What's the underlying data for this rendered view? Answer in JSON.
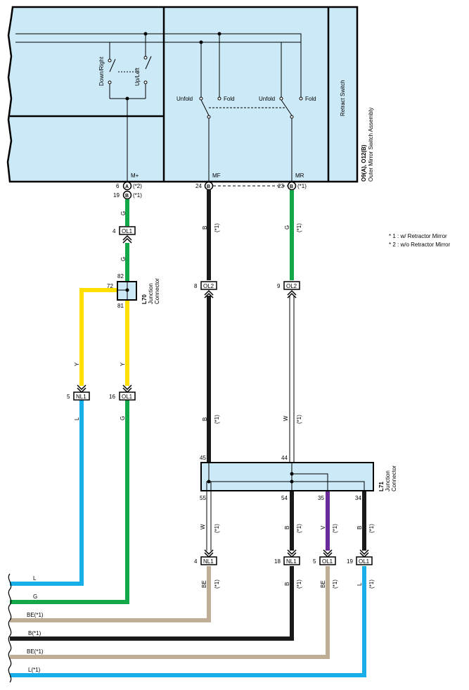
{
  "assembly": {
    "connector_id": "O9(A), O12(B)",
    "name": "Outer Mirror Switch Assembly",
    "retract_switch": "Retract Switch",
    "switch_down_right": "Down/Right",
    "switch_up_left": "Up/Left",
    "unfold_1": "Unfold",
    "fold_1": "Fold",
    "unfold_2": "Unfold",
    "fold_2": "Fold",
    "term_m_plus": "M+",
    "term_mf": "MF",
    "term_mr": "MR"
  },
  "pins": {
    "p6": "6",
    "p19": "19",
    "p24": "24",
    "p23": "23",
    "a": "A",
    "b1": "B",
    "b2": "B",
    "b3": "B",
    "note_star2": "(*2)",
    "note_star1a": "(*1)",
    "note_star1b": "(*1)"
  },
  "legend": {
    "note1": "* 1 : w/ Retractor Mirror",
    "note2": "* 2 : w/o Retractor Mirror"
  },
  "l70": {
    "id": "L70",
    "name1": "Junction",
    "name2": "Connector",
    "pin_top": "82",
    "pin_left": "72",
    "pin_bottom": "81"
  },
  "l71": {
    "id": "L71",
    "name1": "Junction",
    "name2": "Connector",
    "pin45": "45",
    "pin44": "44",
    "pin55": "55",
    "pin54": "54",
    "pin35": "35",
    "pin34": "34"
  },
  "connectors": {
    "ol1_top_pin": "4",
    "ol1_top": "OL1",
    "ol2_a_pin": "8",
    "ol2_a": "OL2",
    "ol2_b_pin": "9",
    "ol2_b": "OL2",
    "nl1_a_pin": "5",
    "nl1_a": "NL1",
    "ol1_b_pin": "16",
    "ol1_b": "OL1",
    "nl1_b_pin": "4",
    "nl1_b": "NL1",
    "nl1_c_pin": "18",
    "nl1_c": "NL1",
    "ol1_c_pin": "5",
    "ol1_c": "OL1",
    "ol1_d_pin": "19",
    "ol1_d": "OL1"
  },
  "wire_labels": {
    "g1": "G",
    "g2": "G",
    "b_mf": "B",
    "b_mf_note": "(*1)",
    "g_mr": "G",
    "g_mr_note": "(*1)",
    "y_left": "Y",
    "y_right": "Y",
    "l_left": "L",
    "g_left": "G",
    "b_mf2": "B",
    "b_mf2_note": "(*1)",
    "w_mr": "W",
    "w_mr_note": "(*1)",
    "w_55": "W",
    "w_55_note": "(*1)",
    "b_54": "B",
    "b_54_note": "(*1)",
    "v_35": "V",
    "v_35_note": "(*1)",
    "b_34": "B",
    "b_34_note": "(*1)",
    "be_nl1": "BE",
    "be_nl1_note": "(*1)",
    "b_nl1": "B",
    "b_nl1_note": "(*1)",
    "be_ol1": "BE",
    "be_ol1_note": "(*1)",
    "l_ol1": "L",
    "l_ol1_note": "(*1)"
  },
  "exits": {
    "e1": "L",
    "e2": "G",
    "e3": "BE(*1)",
    "e4": "B(*1)",
    "e5": "BE(*1)",
    "e6": "L(*1)"
  },
  "colors": {
    "panel_fill": "#cce9f7",
    "green": "#12a84a",
    "yellow": "#ffe000",
    "blue": "#18aee8",
    "black": "#1a1a1a",
    "tan": "#c0ad96",
    "violet": "#6a2a9a"
  }
}
